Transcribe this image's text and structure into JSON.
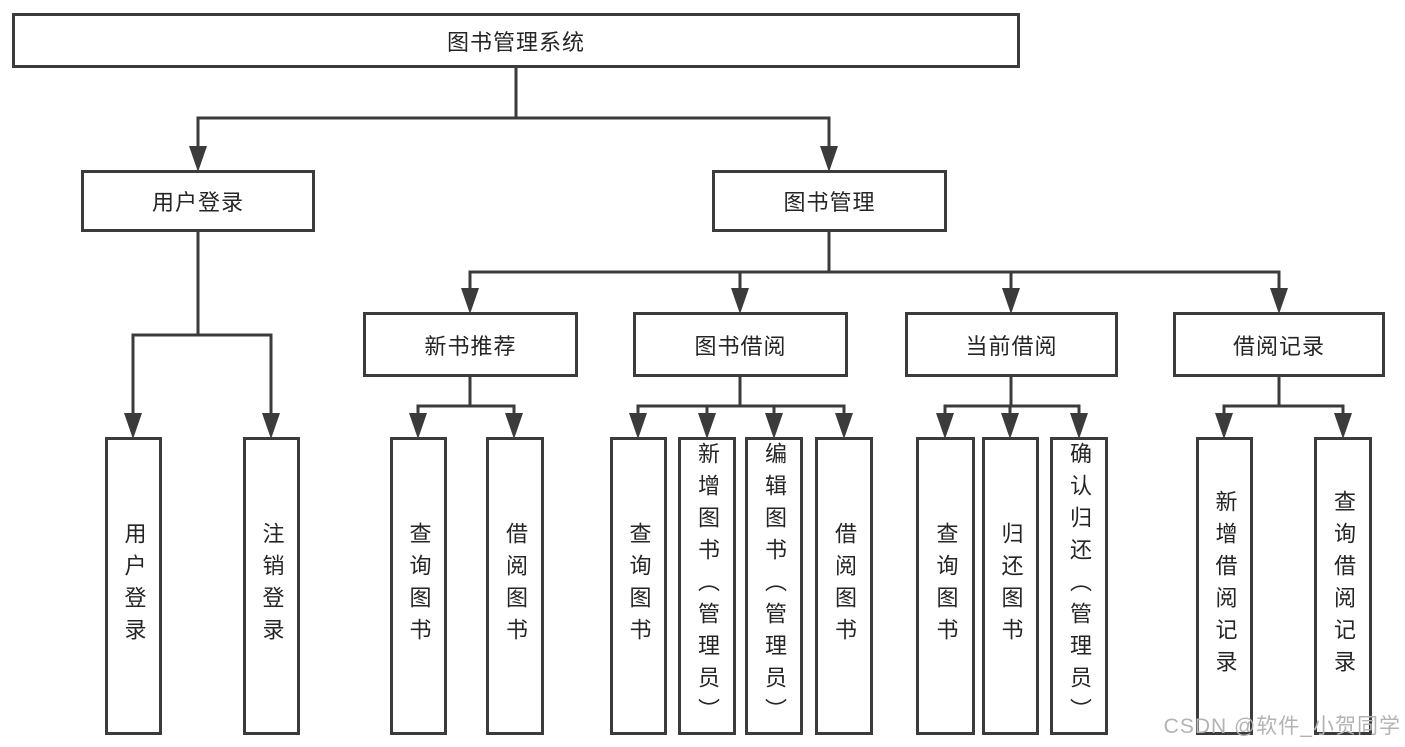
{
  "diagram": {
    "nodes": {
      "root": "图书管理系统",
      "user_login": "用户登录",
      "book_mgmt": "图书管理",
      "new_book_rec": "新书推荐",
      "book_borrow": "图书借阅",
      "current_borrow": "当前借阅",
      "borrow_records": "借阅记录",
      "leaf_user_login": "用户登录",
      "leaf_logout": "注销登录",
      "leaf_query_book_1": "查询图书",
      "leaf_borrow_book_1": "借阅图书",
      "leaf_query_book_2": "查询图书",
      "leaf_add_book": "新增图书（管理员）",
      "leaf_edit_book": "编辑图书（管理员）",
      "leaf_borrow_book_2": "借阅图书",
      "leaf_query_book_3": "查询图书",
      "leaf_return_book": "归还图书",
      "leaf_confirm_return": "确认归还（管理员）",
      "leaf_add_borrow_record": "新增借阅记录",
      "leaf_query_borrow_record": "查询借阅记录"
    },
    "colors": {
      "line": "#3b3b3b",
      "text": "#252525",
      "background": "#ffffff",
      "watermark": "#b3b3b3"
    }
  },
  "watermark": "CSDN @软件_小贺同学"
}
